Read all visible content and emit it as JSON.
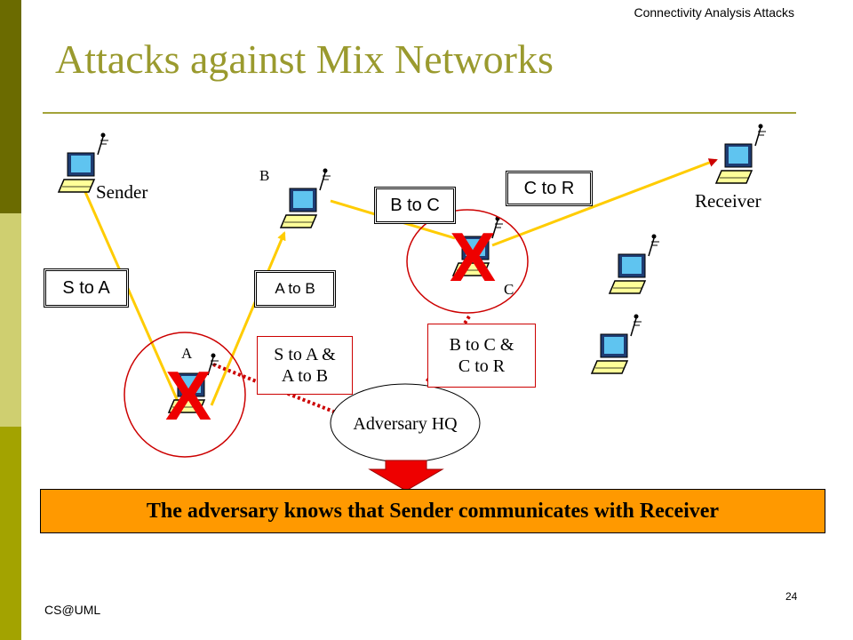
{
  "header": {
    "section_label": "Connectivity Analysis Attacks"
  },
  "title": "Attacks against Mix Networks",
  "nodes": {
    "sender": "Sender",
    "receiver": "Receiver",
    "mix_a": "A",
    "mix_b": "B",
    "mix_c": "C",
    "adversary": "Adversary HQ"
  },
  "messages": {
    "s_to_a": "S to A",
    "a_to_b": "A to B",
    "b_to_c": "B to C",
    "c_to_r": "C to R"
  },
  "leaks": {
    "from_a": [
      "S to A &",
      "A to B"
    ],
    "from_c": [
      "B to C &",
      "C to R"
    ]
  },
  "compromised_mark": "X",
  "conclusion": "The adversary knows that Sender communicates with Receiver",
  "footer": {
    "left": "CS@UML",
    "page": "24"
  },
  "colors": {
    "link": "#ffcc00",
    "leak": "#cc0000",
    "conclusion_bg": "#ff9900",
    "title": "#9a9a2e",
    "sidebar_dark": "#6b6b00",
    "sidebar_mid": "#cfcf70",
    "sidebar_light": "#a3a300"
  }
}
